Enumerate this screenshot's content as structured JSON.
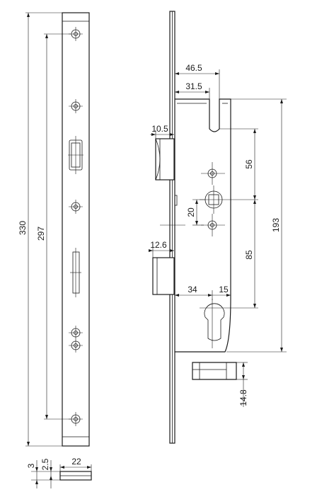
{
  "drawing": {
    "type": "mortise lock technical drawing",
    "front_plate": {
      "overall_length_label": "330",
      "fixing_hole_pitch_label": "297"
    },
    "lock_body": {
      "backset_outer_label": "46.5",
      "backset_inner_label": "31.5",
      "latch_width_label": "10.5",
      "latch_to_follower_label": "56",
      "follower_offset_label": "20",
      "height_label": "193",
      "follower_to_cylinder_label": "85",
      "deadbolt_width_label": "12.6",
      "cylinder_backset_label": "34",
      "cylinder_offset_label": "15",
      "strike_height_label": "14.8"
    },
    "section": {
      "plate_thickness_label": "3",
      "inner_thickness_label": "2.5",
      "plate_width_label": "22"
    }
  }
}
